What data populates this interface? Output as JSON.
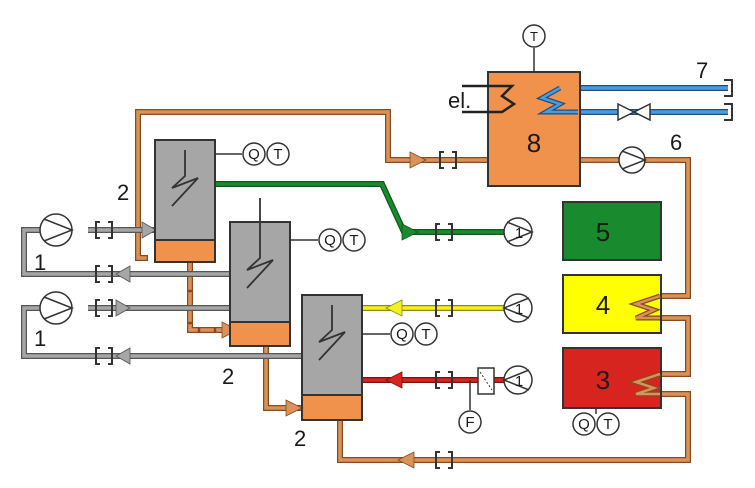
{
  "colors": {
    "copper": "#d9925a",
    "copper_dark": "#8a4a20",
    "steel": "#a6a6a6",
    "steel_dark": "#555555",
    "green": "#1a8a2e",
    "yellow": "#f4f21a",
    "red": "#d8241f",
    "blue": "#4a9be0",
    "tank_orange": "#f0924c",
    "box_green": "#1a8a2e",
    "box_yellow": "#ffff00",
    "box_red": "#d8241f"
  },
  "labels": {
    "heater_el": "el.",
    "storage_tank": "8",
    "line_6": "6",
    "line_7": "7",
    "pump_left_top": "1",
    "pump_left_bottom": "1",
    "heat_pump_top": "2",
    "heat_pump_mid": "2",
    "heat_pump_bottom": "2",
    "consumer_5": "5",
    "consumer_4": "4",
    "consumer_3": "3",
    "pump_5": "1",
    "pump_4": "1",
    "pump_3": "1",
    "sensor_T_top": "T",
    "sensor_Q1": "Q",
    "sensor_T1": "T",
    "sensor_Q2": "Q",
    "sensor_T2": "T",
    "sensor_Q3": "Q",
    "sensor_T3": "T",
    "sensor_Q_box3": "Q",
    "sensor_T_box3": "T",
    "filter_F": "F"
  },
  "icons": [
    "heat-exchanger-coil-icon",
    "pump-icon",
    "valve-icon",
    "sensor-icon",
    "flow-arrow-icon",
    "pipe-coupling-icon",
    "filter-icon"
  ]
}
